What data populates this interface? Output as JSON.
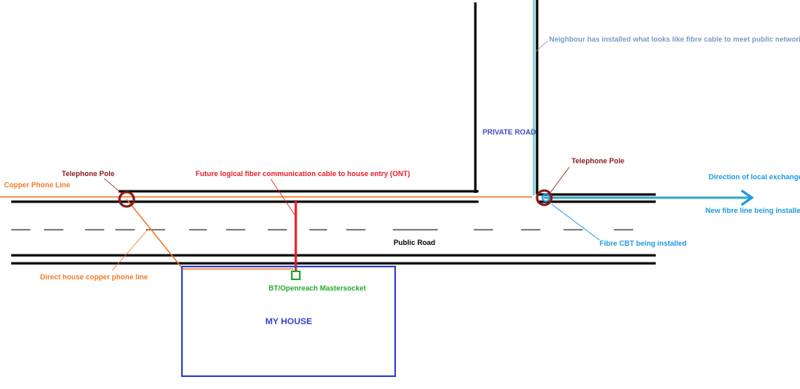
{
  "labels": {
    "copper_phone_line": "Copper Phone Line",
    "telephone_pole_left": "Telephone Pole",
    "telephone_pole_right": "Telephone Pole",
    "future_fiber": "Future logical fiber communication cable to house entry (ONT)",
    "neighbour_fibre": "Neighbour has installed what looks like fibre cable to meet public network",
    "private_road": "PRIVATE ROAD",
    "direction_exchange": "Direction of local exchange",
    "new_fibre_line": "New fibre line being installed",
    "fibre_cbt": "Fibre CBT being installed",
    "public_road": "Public Road",
    "direct_copper": "Direct house copper phone line",
    "mastersocket": "BT/Openreach Mastersocket",
    "my_house": "MY HOUSE"
  },
  "colors": {
    "road": "#000000",
    "copper": "#f07b2a",
    "pole": "#8b1a1a",
    "pole_label": "#8b1a1a",
    "future_fiber": "#e8202a",
    "neighbour_fibre": "#6fd0d8",
    "neighbour_label": "#7a9cc8",
    "private_road_label": "#3a4fb8",
    "fibre_blue": "#1e9ae0",
    "fibre_line": "#3aa9c8",
    "house": "#3344cc",
    "socket": "#22aa33",
    "lane_dash": "#555555"
  }
}
